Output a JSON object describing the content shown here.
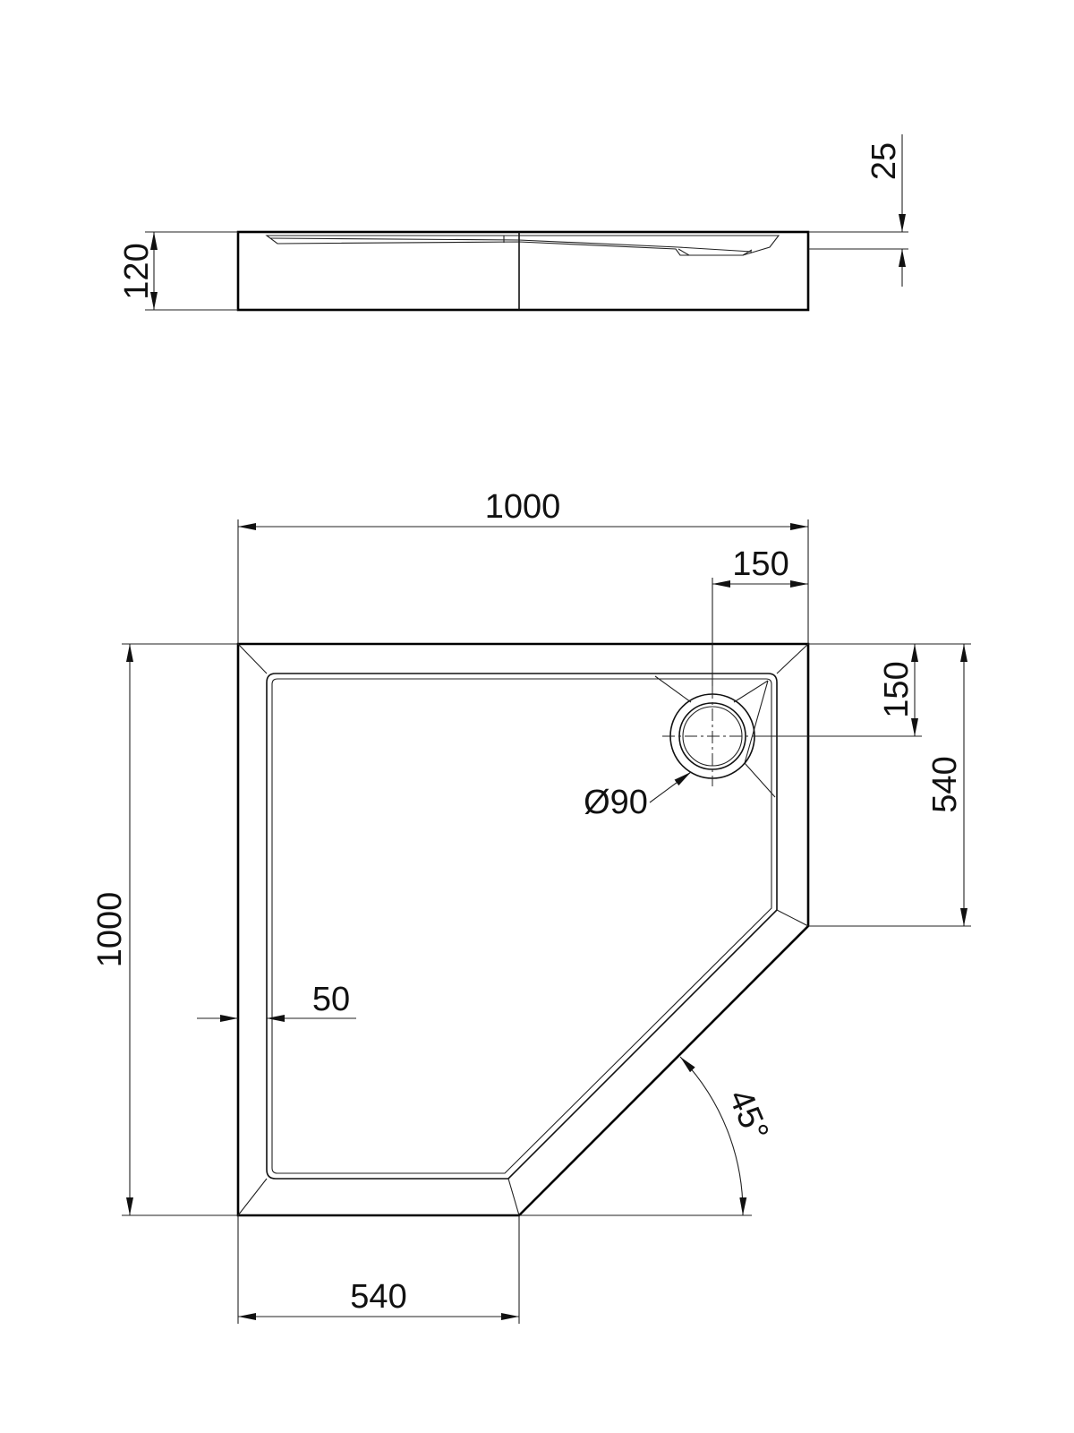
{
  "dimensions": {
    "profile_height": "120",
    "rim_height": "25",
    "overall_width": "1000",
    "overall_depth": "1000",
    "drain_offset_x": "150",
    "drain_offset_y": "150",
    "drain_diameter": "Ø90",
    "right_side_length": "540",
    "bottom_side_length": "540",
    "rim_width": "50",
    "bevel_angle": "45°"
  }
}
